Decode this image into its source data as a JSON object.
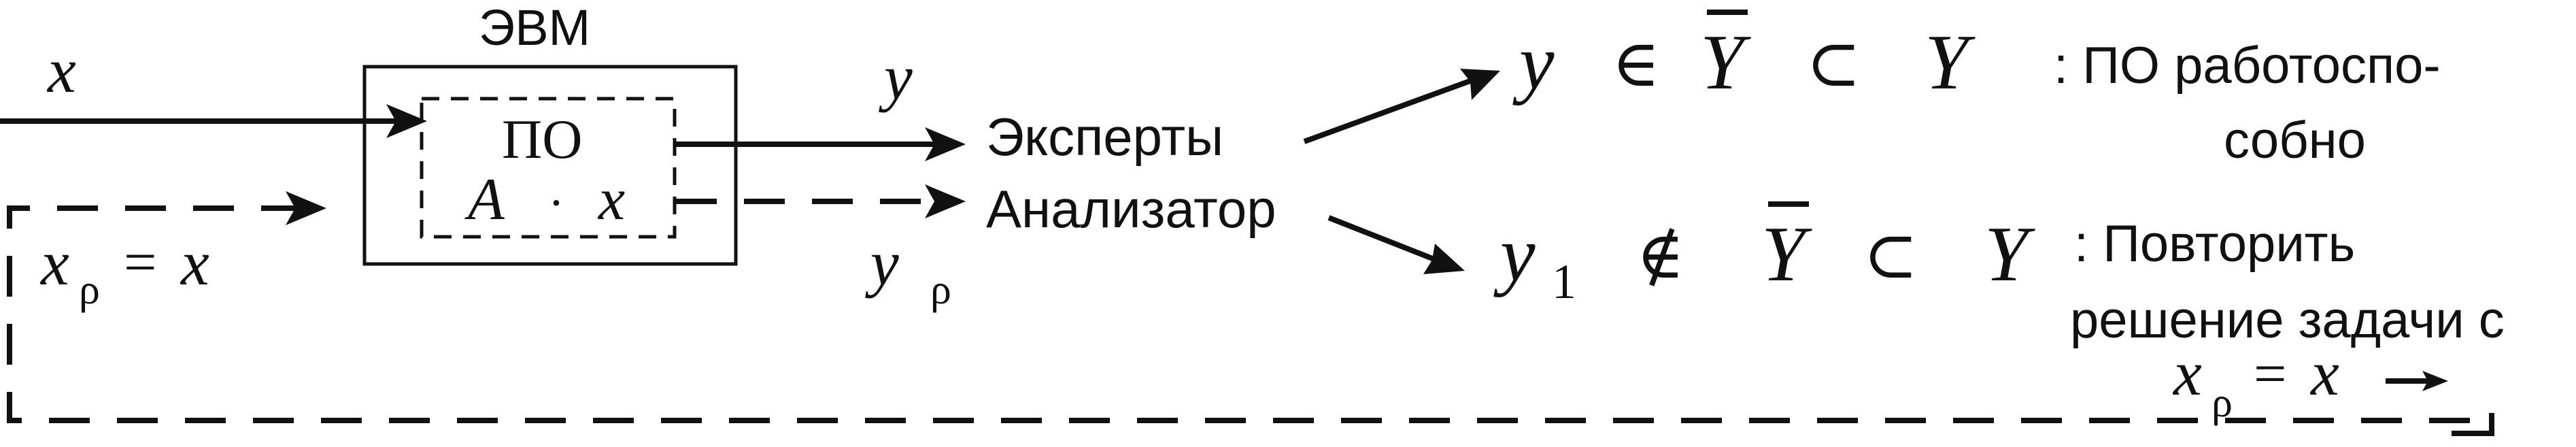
{
  "labels": {
    "computer": "ЭВМ",
    "software": "ПО",
    "algo_a": "A",
    "algo_dot": "·",
    "algo_x": "x",
    "input_x": "x",
    "output_y": "y",
    "y_rho_main": "y",
    "rho": "ρ",
    "xrho_left_x": "x",
    "xrho_left_eq": "=",
    "xrho_left_rhs": "x",
    "experts": "Эксперты",
    "analyzer": "Анализатор"
  },
  "results": {
    "ok_y": "y",
    "ok_in": "∈",
    "ok_ybar": "Y",
    "ok_subset": "⊂",
    "ok_Y": "Y",
    "ok_text_line1": ": ПО работоспо-",
    "ok_text_line2": "собно",
    "fail_y": "y",
    "fail_sub": "1",
    "fail_notin": "∉",
    "fail_ybar": "Y",
    "fail_subset": "⊂",
    "fail_Y": "Y",
    "fail_text_line1": ": Повторить",
    "fail_text_line2": "решение задачи с",
    "repeat_x": "x",
    "repeat_eq": "=",
    "repeat_rhs": "x"
  }
}
